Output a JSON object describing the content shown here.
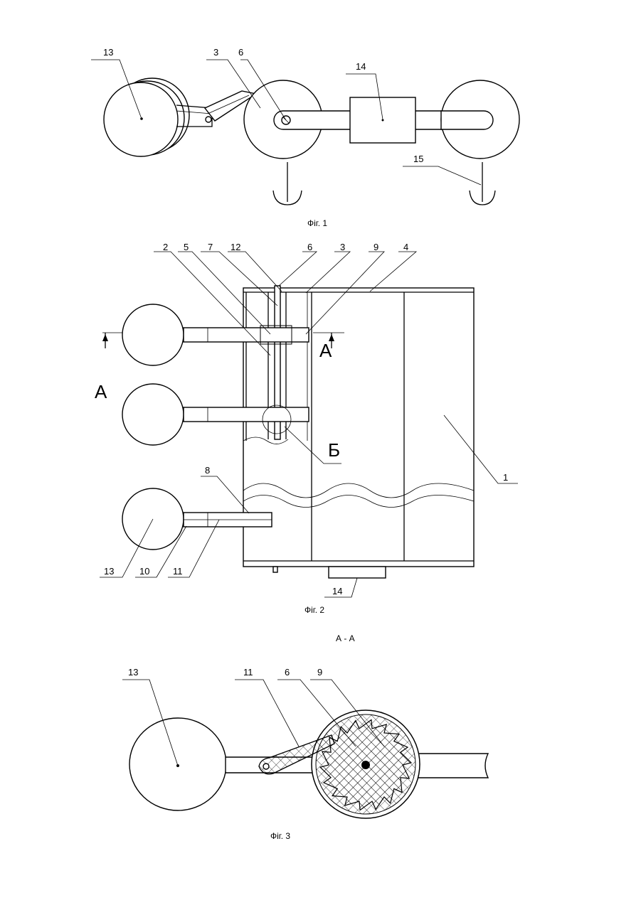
{
  "figures": {
    "fig1": {
      "caption": "Фіг. 1",
      "labels": {
        "l13": "13",
        "l3": "3",
        "l6": "6",
        "l14": "14",
        "l15": "15"
      }
    },
    "fig2": {
      "caption": "Фіг. 2",
      "labels": {
        "l2": "2",
        "l5": "5",
        "l7": "7",
        "l12": "12",
        "l6": "6",
        "l3": "3",
        "l9": "9",
        "l4": "4",
        "l8": "8",
        "l1": "1",
        "l13": "13",
        "l10": "10",
        "l11": "11",
        "l14": "14"
      },
      "section_mark_left": "А",
      "section_mark_right": "А",
      "section_letter": "А",
      "detail_letter": "Б"
    },
    "fig3": {
      "section_title": "А - А",
      "caption": "Фіг. 3",
      "labels": {
        "l13": "13",
        "l11": "11",
        "l6": "6",
        "l9": "9"
      }
    }
  }
}
